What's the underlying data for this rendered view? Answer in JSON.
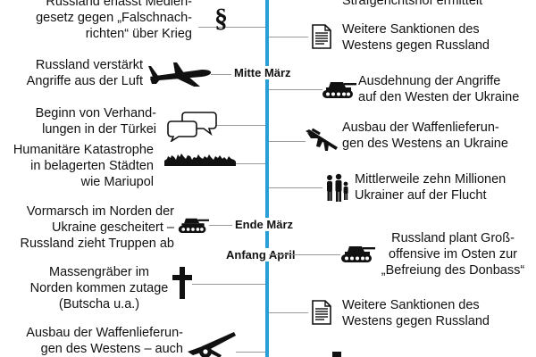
{
  "colors": {
    "axis": "#2a9fd6",
    "connector": "#9a9a9a",
    "icon": "#111111"
  },
  "time_labels": {
    "mid_march": "Mitte März",
    "end_march": "Ende März",
    "early_april": "Anfang April"
  },
  "left_events": [
    {
      "lines": [
        "Russland erlässt Medien-",
        "gesetz gegen „Falschnach-",
        "richten“ über Krieg"
      ],
      "icon": "paragraph-icon"
    },
    {
      "lines": [
        "Russland verstärkt",
        "Angriffe aus der Luft"
      ],
      "icon": "airplane-icon"
    },
    {
      "lines": [
        "Beginn von Verhand-",
        "lungen in der Türkei"
      ],
      "icon": "speech-bubbles-icon"
    },
    {
      "lines": [
        "Humanitäre Katastrophe",
        "in belagerten Städten",
        "wie Mariupol"
      ],
      "icon": "ruined-city-icon"
    },
    {
      "lines": [
        "Vormarsch im Norden der",
        "Ukraine gescheitert –",
        "Russland zieht Truppen ab"
      ],
      "icon": "tank-icon"
    },
    {
      "lines": [
        "Massengräber im",
        "Norden kommen zutage",
        "(Butscha u.a.)"
      ],
      "icon": "cross-icon"
    },
    {
      "lines": [
        "Ausbau der Waffenlieferun-",
        "gen des Westens – auch"
      ],
      "icon": "artillery-icon"
    }
  ],
  "right_events": [
    {
      "lines": [
        "Strafgerichtshof ermittelt"
      ],
      "icon": ""
    },
    {
      "lines": [
        "Weitere Sanktionen des",
        "Westens gegen Russland"
      ],
      "icon": "document-icon"
    },
    {
      "lines": [
        "Ausdehnung der Angriffe",
        "auf den Westen der Ukraine"
      ],
      "icon": "tank-icon"
    },
    {
      "lines": [
        "Ausbau der Waffenlieferun-",
        "gen des Westens an Ukraine"
      ],
      "icon": "rifle-icon"
    },
    {
      "lines": [
        "Mittlerweile zehn Millionen",
        "Ukrainer auf der Flucht"
      ],
      "icon": "refugees-icon"
    },
    {
      "lines": [
        "Russland plant Groß-",
        "offensive im Osten zur",
        "„Befreiung des Donbass“"
      ],
      "icon": "tank-icon"
    },
    {
      "lines": [
        "Weitere Sanktionen des",
        "Westens gegen Russland"
      ],
      "icon": "document-icon"
    }
  ]
}
